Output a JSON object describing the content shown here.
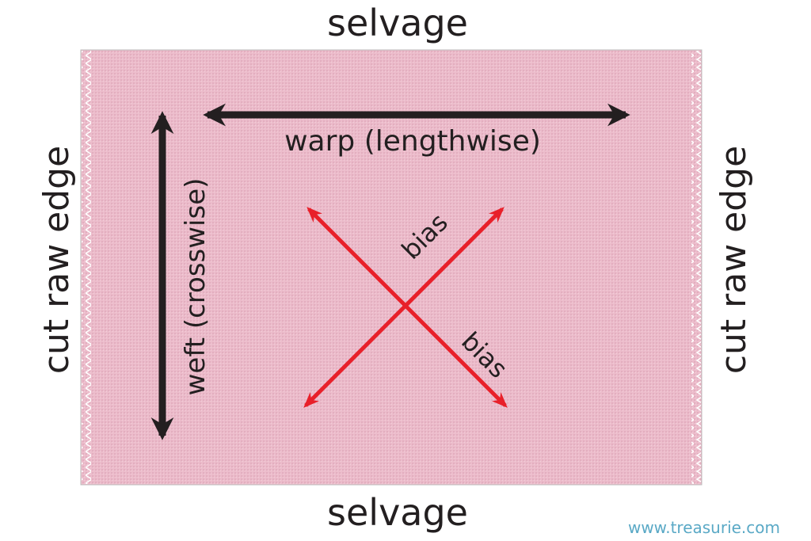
{
  "labels": {
    "top_edge": "selvage",
    "bottom_edge": "selvage",
    "left_edge": "cut raw edge",
    "right_edge": "cut raw edge",
    "warp": "warp (lengthwise)",
    "weft": "weft (crosswise)",
    "bias_1": "bias",
    "bias_2": "bias"
  },
  "watermark": "www.treasurie.com",
  "colors": {
    "fabric": "#ecbccb",
    "grain_arrows": "#231f20",
    "bias_arrows": "#e8202a",
    "watermark": "#5aa9c6"
  }
}
